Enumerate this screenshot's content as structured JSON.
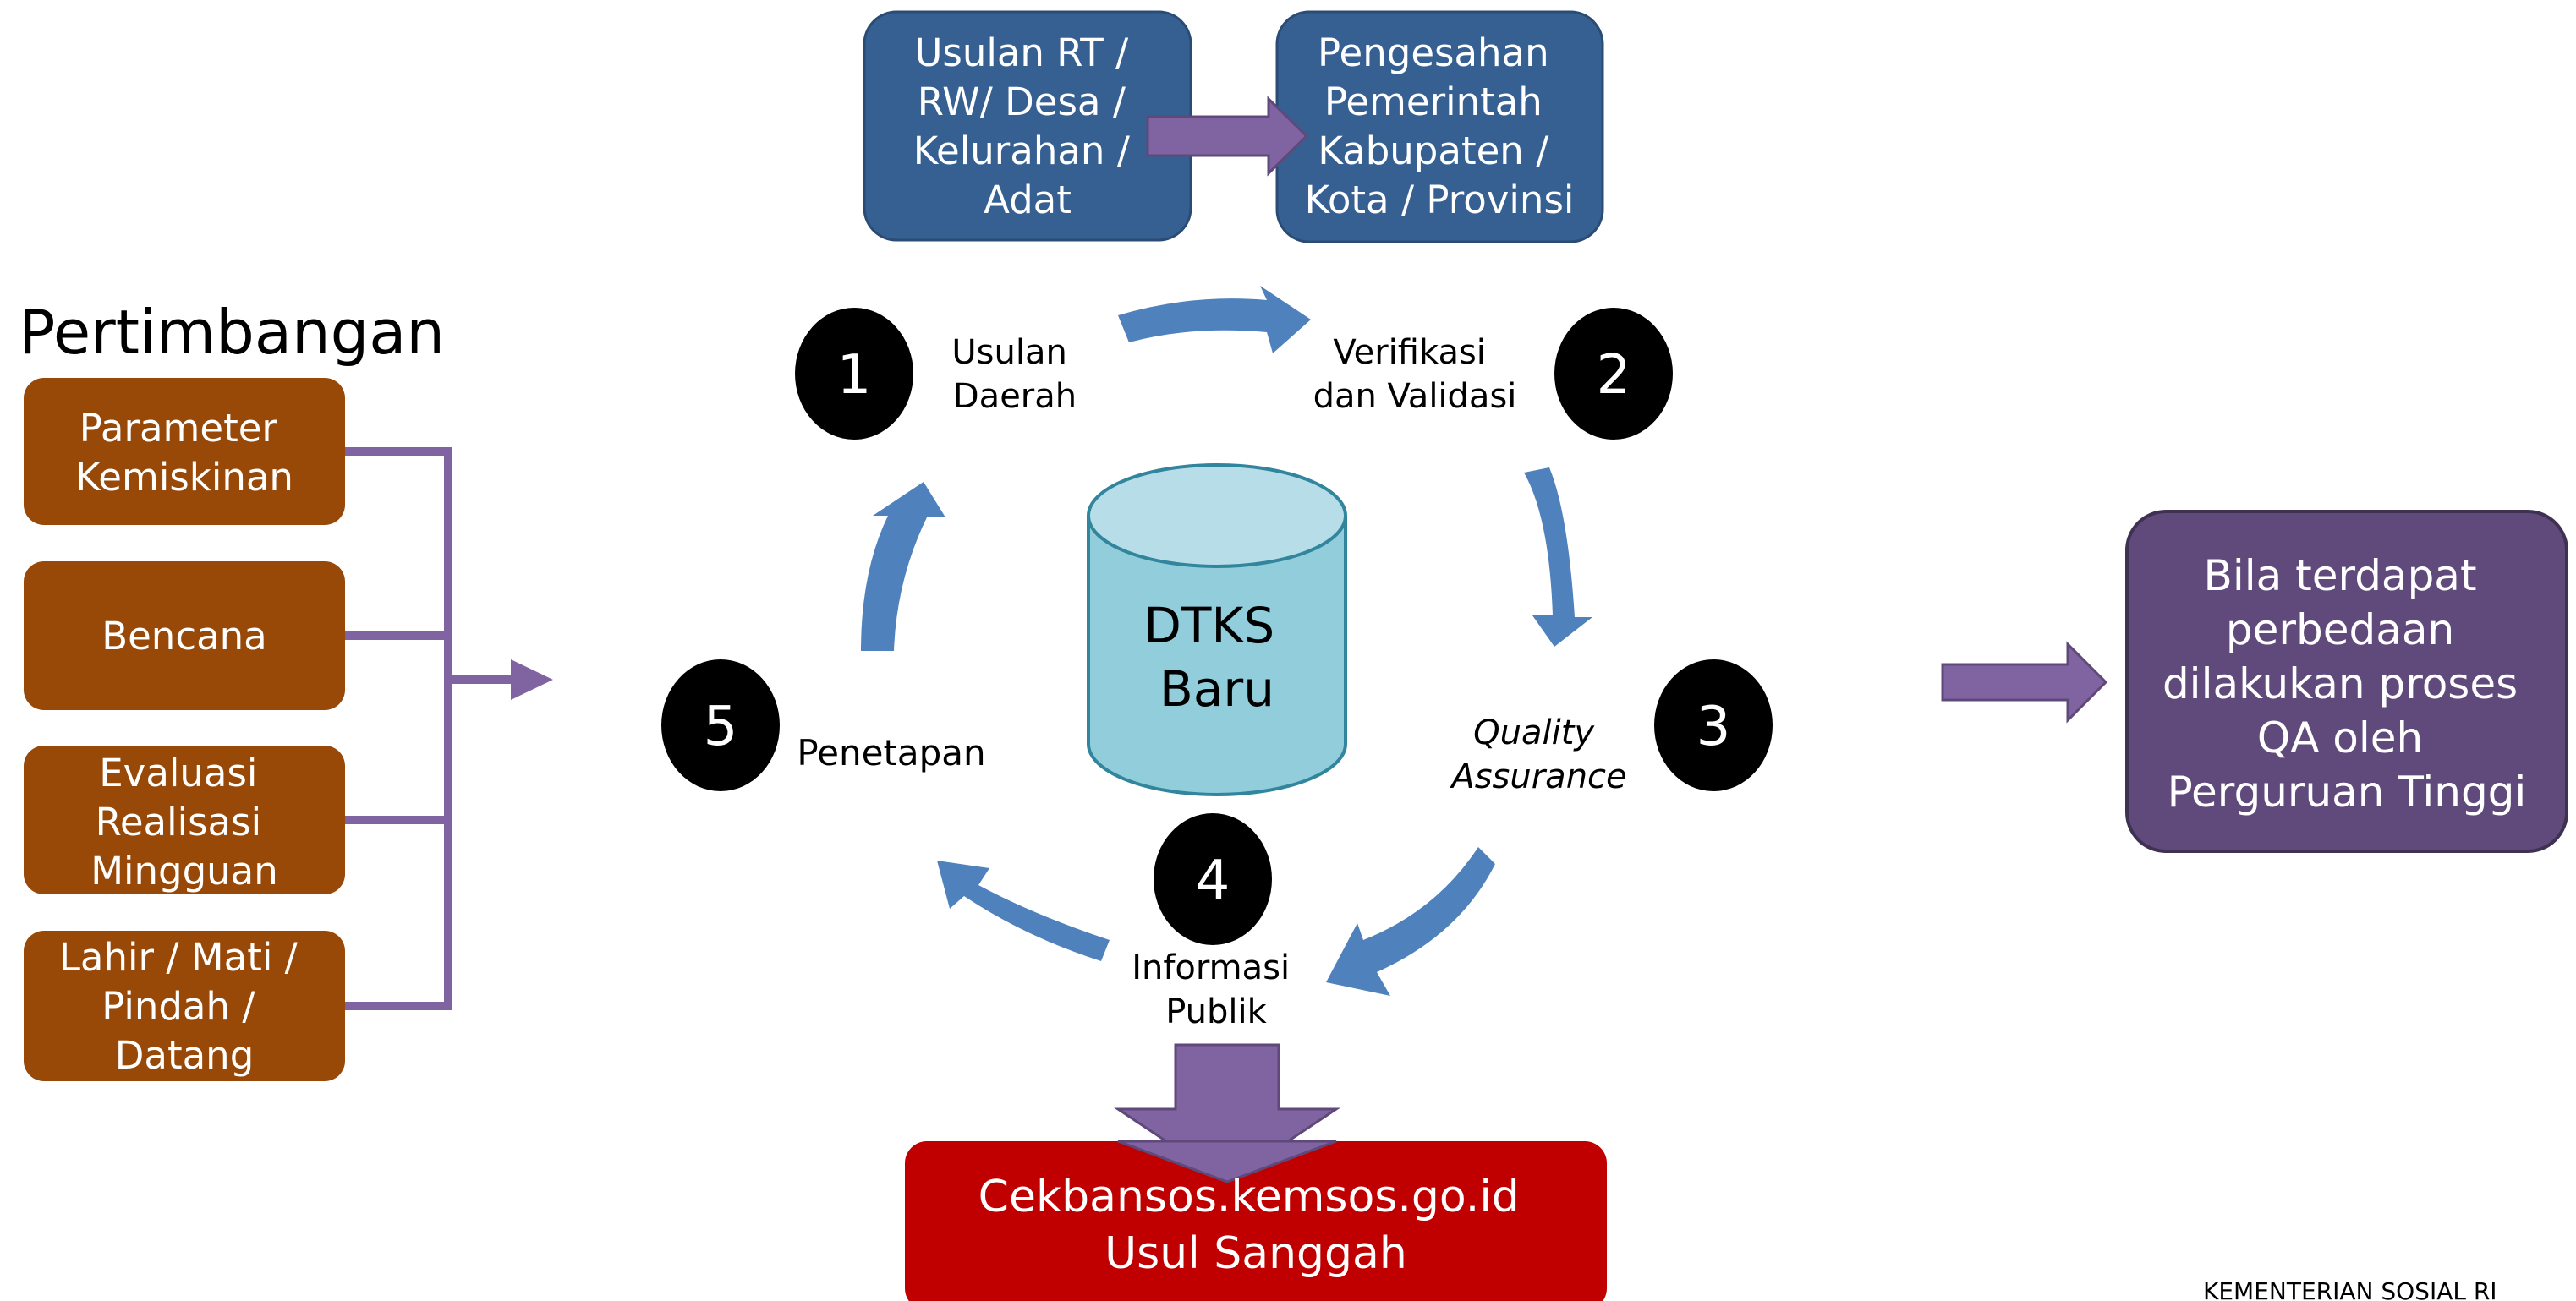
{
  "top_boxes": {
    "usulan": [
      "Usulan RT /",
      "RW/ Desa /",
      "Kelurahan /",
      "Adat"
    ],
    "pengesahan": [
      "Pengesahan",
      "Pemerintah",
      "Kabupaten /",
      "Kota / Provinsi"
    ]
  },
  "pertimbangan": {
    "title": "Pertimbangan",
    "items": [
      [
        "Parameter",
        "Kemiskinan"
      ],
      [
        "Bencana"
      ],
      [
        "Evaluasi",
        "Realisasi",
        "Mingguan"
      ],
      [
        "Lahir / Mati /",
        "Pindah /",
        "Datang"
      ]
    ]
  },
  "cycle": {
    "center": [
      "DTKS",
      "Baru"
    ],
    "steps": [
      {
        "number": "1",
        "label": [
          "Usulan",
          "Daerah"
        ]
      },
      {
        "number": "2",
        "label": [
          "Verifikasi",
          "dan Validasi"
        ]
      },
      {
        "number": "3",
        "label": [
          "Quality",
          "Assurance"
        ]
      },
      {
        "number": "4",
        "label": [
          "Informasi",
          "Publik"
        ]
      },
      {
        "number": "5",
        "label": [
          "Penetapan"
        ]
      }
    ]
  },
  "qa_box": [
    "Bila terdapat",
    "perbedaan",
    "dilakukan proses",
    "QA oleh",
    "Perguruan Tinggi"
  ],
  "bottom_box": [
    "Cekbansos.kemsos.go.id",
    "Usul Sanggah"
  ],
  "footer": "KEMENTERIAN SOSIAL RI",
  "colors": {
    "top_box": "#376092",
    "factor_box": "#984807",
    "qa_box": "#604a7b",
    "bottom_box": "#c00000",
    "purple_arrow": "#8064a2",
    "cycle_arrow": "#4f81bd",
    "cylinder": "#92cddc"
  }
}
